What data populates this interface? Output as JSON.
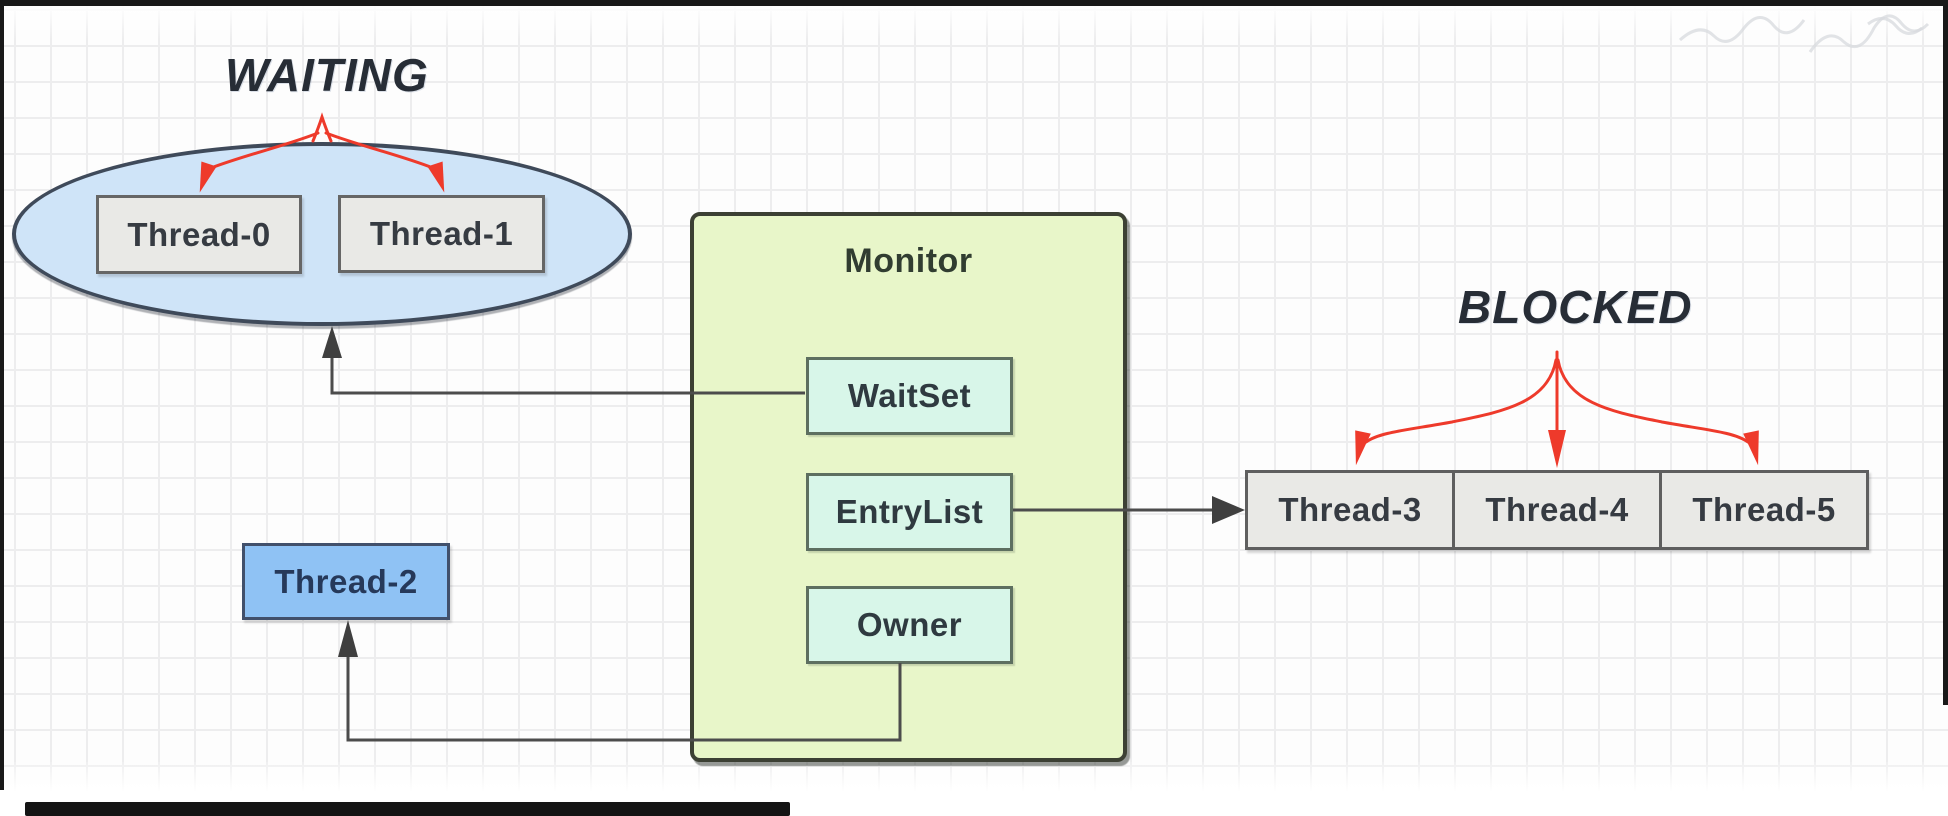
{
  "diagram": {
    "waiting": {
      "label": "WAITING",
      "threads": [
        {
          "label": "Thread-0"
        },
        {
          "label": "Thread-1"
        }
      ]
    },
    "monitor": {
      "title": "Monitor",
      "slots": [
        {
          "label": "WaitSet"
        },
        {
          "label": "EntryList"
        },
        {
          "label": "Owner"
        }
      ]
    },
    "owner_thread": {
      "label": "Thread-2"
    },
    "blocked": {
      "label": "BLOCKED",
      "threads": [
        {
          "label": "Thread-3"
        },
        {
          "label": "Thread-4"
        },
        {
          "label": "Thread-5"
        }
      ]
    }
  },
  "colors": {
    "accent_red": "#ee3a2b",
    "connector_gray": "#4c4c4c",
    "ellipse_fill": "#cfe4f8",
    "ellipse_border": "#3f4a5a",
    "monitor_fill": "#e8f6c9",
    "monitor_border": "#3c4034",
    "slot_fill": "#d8f6e9",
    "slot_border": "#5d6f60",
    "thread_gray_fill": "#e9e9e6",
    "thread_gray_border": "#666666",
    "thread_blue_fill": "#8fc2f4",
    "thread_blue_border": "#41506b",
    "label_dark": "#272d36"
  }
}
